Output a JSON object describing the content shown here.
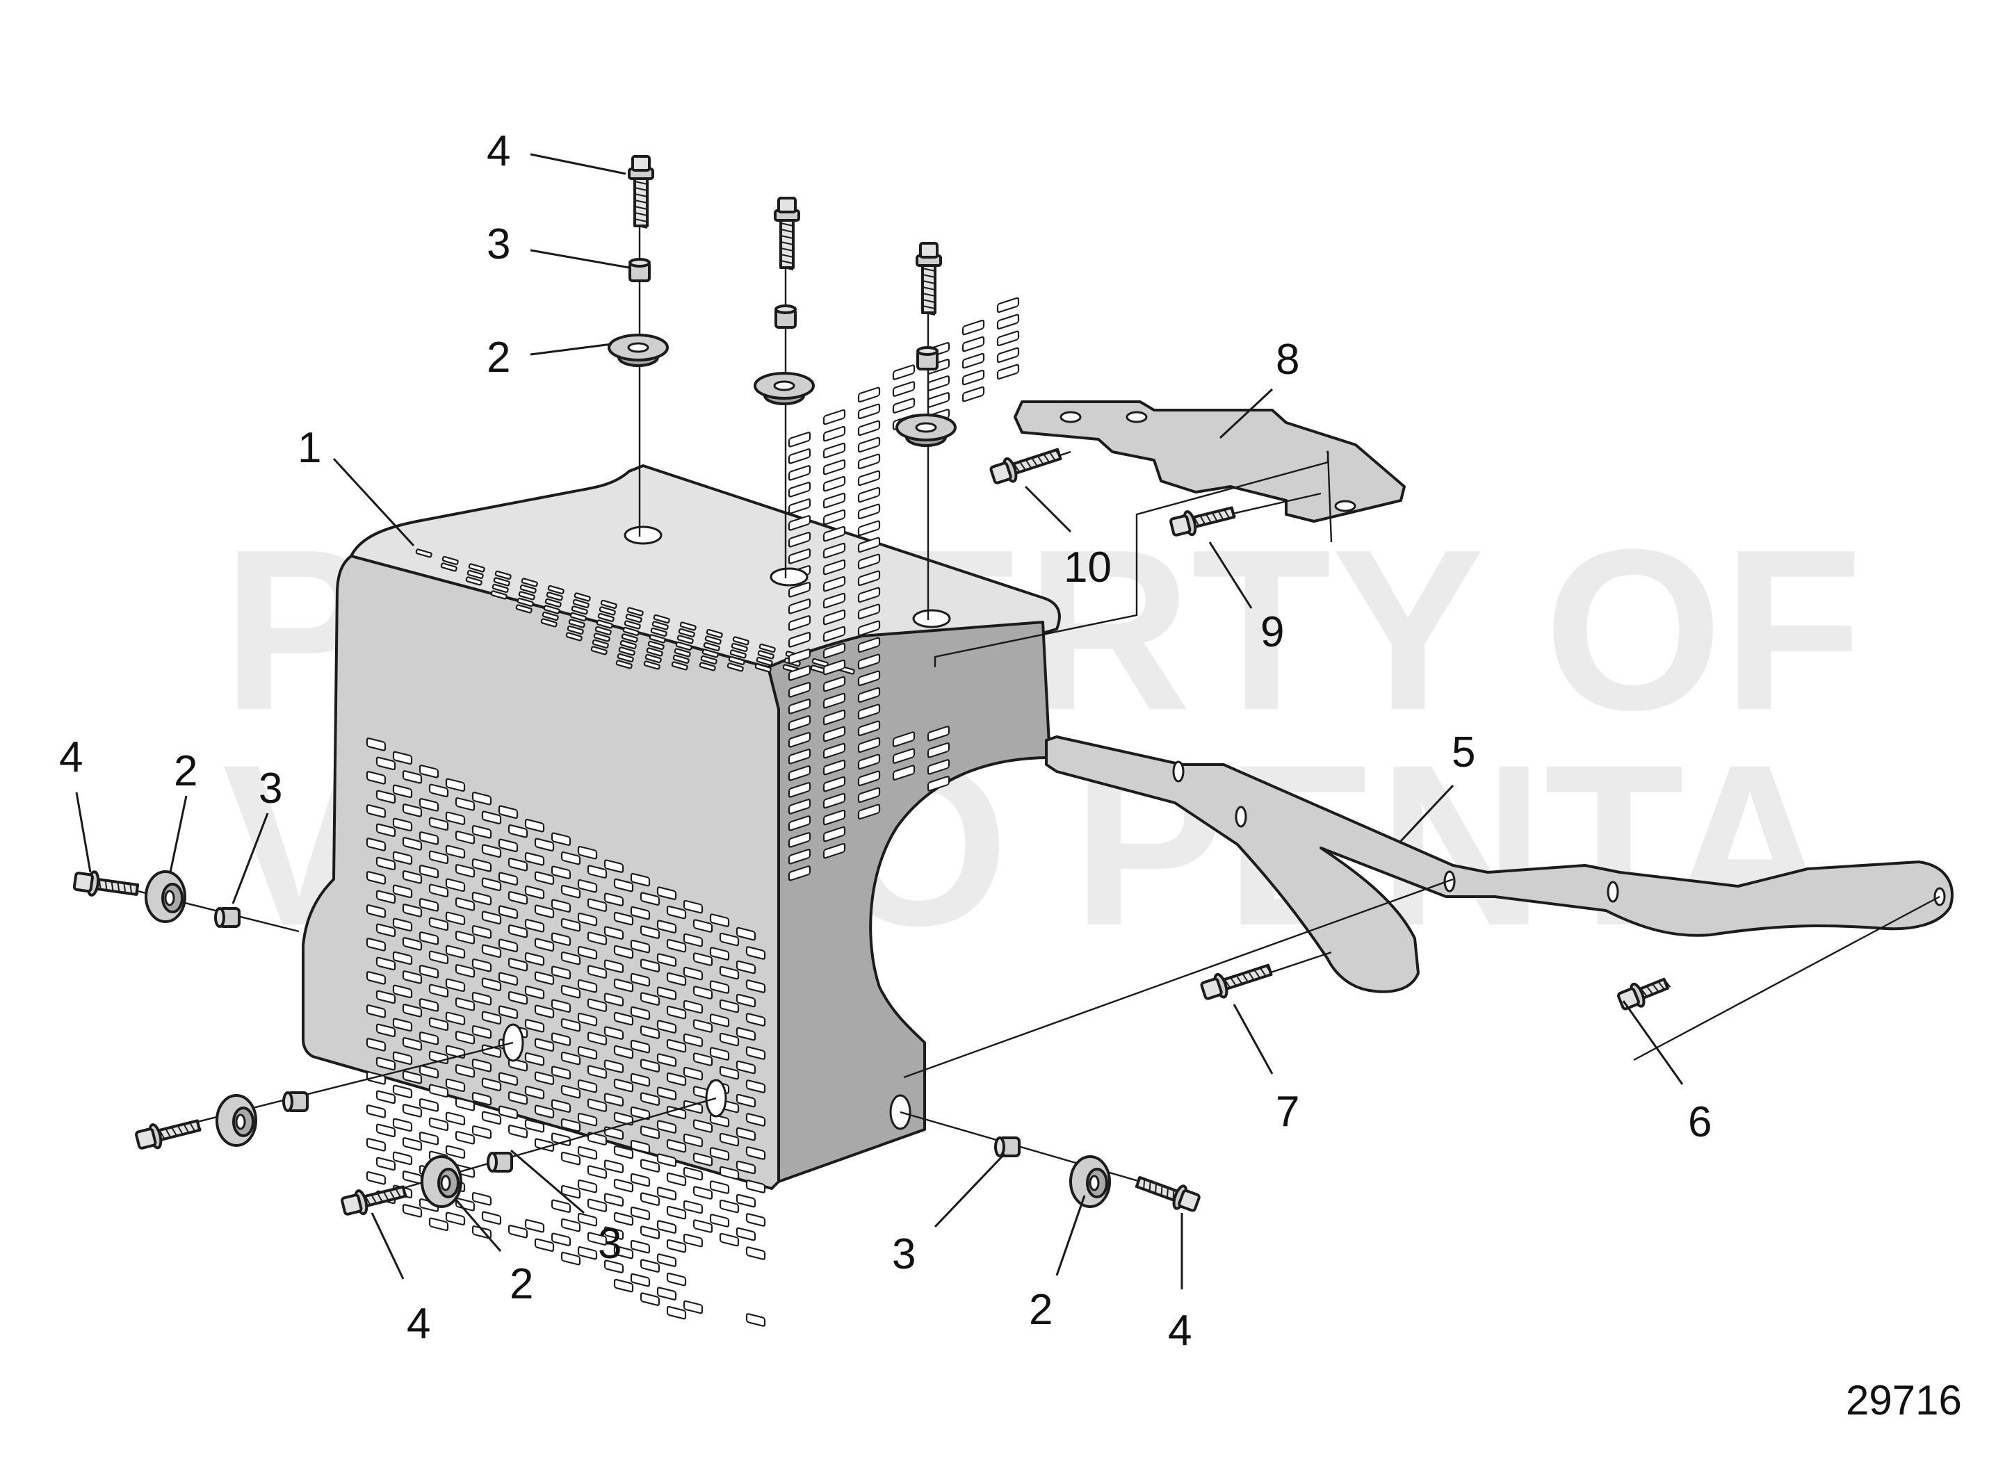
{
  "drawing_number": "29716",
  "watermark": {
    "line1": "PROPERTY OF",
    "line2": "VOLVO PENTA"
  },
  "callouts": [
    {
      "id": "c-4-top",
      "text": "4"
    },
    {
      "id": "c-3-top",
      "text": "3"
    },
    {
      "id": "c-2-top",
      "text": "2"
    },
    {
      "id": "c-1",
      "text": "1"
    },
    {
      "id": "c-8",
      "text": "8"
    },
    {
      "id": "c-10",
      "text": "10"
    },
    {
      "id": "c-9",
      "text": "9"
    },
    {
      "id": "c-5",
      "text": "5"
    },
    {
      "id": "c-4-left",
      "text": "4"
    },
    {
      "id": "c-2-left",
      "text": "2"
    },
    {
      "id": "c-3-left",
      "text": "3"
    },
    {
      "id": "c-7",
      "text": "7"
    },
    {
      "id": "c-6",
      "text": "6"
    },
    {
      "id": "c-3-bottom",
      "text": "3"
    },
    {
      "id": "c-2-bottom",
      "text": "2"
    },
    {
      "id": "c-4-bottom",
      "text": "4"
    },
    {
      "id": "c-3-right",
      "text": "3"
    },
    {
      "id": "c-2-right",
      "text": "2"
    },
    {
      "id": "c-4-right",
      "text": "4"
    }
  ],
  "parts": [
    {
      "number": "1",
      "name": "guard-housing"
    },
    {
      "number": "2",
      "name": "rubber-grommet"
    },
    {
      "number": "3",
      "name": "spacer-sleeve"
    },
    {
      "number": "4",
      "name": "flange-screw"
    },
    {
      "number": "5",
      "name": "support-bracket"
    },
    {
      "number": "6",
      "name": "flange-screw"
    },
    {
      "number": "7",
      "name": "flange-screw"
    },
    {
      "number": "8",
      "name": "mounting-plate"
    },
    {
      "number": "9",
      "name": "flange-screw"
    },
    {
      "number": "10",
      "name": "flange-screw"
    }
  ]
}
